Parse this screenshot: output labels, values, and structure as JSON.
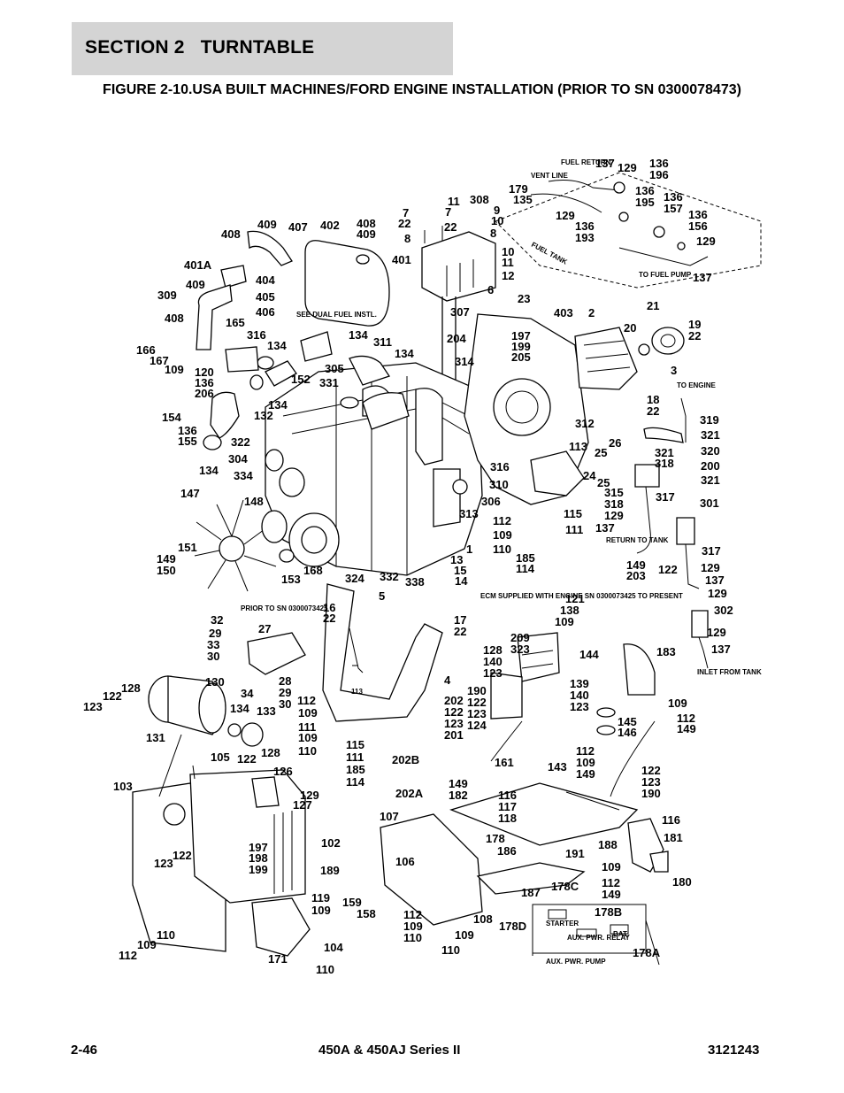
{
  "header": {
    "section_label": "SECTION 2   TURNTABLE",
    "figure_title": "FIGURE 2-10.USA BUILT MACHINES/FORD ENGINE INSTALLATION (PRIOR TO SN 0300078473)"
  },
  "callouts": [
    "137",
    "129",
    "136",
    "196",
    "179",
    "135",
    "136",
    "195",
    "136",
    "157",
    "129",
    "136",
    "193",
    "136",
    "156",
    "129",
    "137",
    "7",
    "22",
    "308",
    "9",
    "10",
    "11",
    "7",
    "22",
    "8",
    "8",
    "10",
    "11",
    "12",
    "6",
    "307",
    "408",
    "409",
    "407",
    "402",
    "408",
    "409",
    "401",
    "401A",
    "404",
    "405",
    "406",
    "409",
    "309",
    "408",
    "165",
    "166",
    "167",
    "109",
    "120",
    "136",
    "206",
    "316",
    "134",
    "311",
    "134",
    "134",
    "305",
    "331",
    "152",
    "154",
    "136",
    "155",
    "132",
    "134",
    "322",
    "304",
    "134",
    "334",
    "23",
    "204",
    "403",
    "2",
    "21",
    "19",
    "22",
    "20",
    "197",
    "199",
    "205",
    "314",
    "3",
    "18",
    "22",
    "312",
    "113",
    "26",
    "25",
    "24",
    "25",
    "321",
    "318",
    "315",
    "318",
    "129",
    "137",
    "317",
    "319",
    "321",
    "320",
    "200",
    "321",
    "301",
    "317",
    "129",
    "137",
    "129",
    "302",
    "129",
    "137",
    "149",
    "203",
    "122",
    "316",
    "310",
    "306",
    "313",
    "1",
    "13",
    "15",
    "14",
    "112",
    "109",
    "110",
    "115",
    "111",
    "185",
    "114",
    "147",
    "148",
    "151",
    "149",
    "150",
    "153",
    "168",
    "324",
    "332",
    "338",
    "16",
    "22",
    "5",
    "17",
    "22",
    "4",
    "32",
    "29",
    "33",
    "30",
    "27",
    "34",
    "28",
    "29",
    "30",
    "113",
    "121",
    "138",
    "109",
    "209",
    "323",
    "128",
    "140",
    "123",
    "139",
    "140",
    "123",
    "144",
    "183",
    "145",
    "146",
    "109",
    "112",
    "149",
    "123",
    "122",
    "128",
    "130",
    "131",
    "134",
    "133",
    "112",
    "109",
    "111",
    "109",
    "110",
    "115",
    "111",
    "185",
    "114",
    "202B",
    "202",
    "122",
    "123",
    "190",
    "122",
    "123",
    "124",
    "201",
    "149",
    "182",
    "161",
    "112",
    "109",
    "149",
    "143",
    "122",
    "123",
    "190",
    "116",
    "117",
    "118",
    "105",
    "122",
    "126",
    "128",
    "129",
    "127",
    "103",
    "123",
    "122",
    "197",
    "198",
    "199",
    "189",
    "102",
    "107",
    "178",
    "186",
    "106",
    "191",
    "188",
    "116",
    "181",
    "109",
    "112",
    "149",
    "180",
    "119",
    "109",
    "159",
    "158",
    "104",
    "171",
    "110",
    "112",
    "109",
    "110",
    "108",
    "109",
    "110",
    "187",
    "178C",
    "178B",
    "178D",
    "178A",
    "202A",
    "112",
    "109",
    "110"
  ],
  "notes": {
    "fuel_return": "FUEL RETURN",
    "vent_line": "VENT LINE",
    "fuel_tank": "FUEL TANK",
    "to_fuel_pump": "TO FUEL PUMP",
    "see_dual_fuel": "SEE DUAL FUEL INSTL.",
    "to_engine": "TO ENGINE",
    "return_to_tank": "RETURN TO TANK",
    "inlet_from_tank": "INLET FROM TANK",
    "prior_to_sn": "PRIOR TO SN 0300073425",
    "ecm_supplied": "ECM SUPPLIED WITH ENGINE SN 0300073425 TO PRESENT",
    "starter": "STARTER",
    "aux_pwr_relay": "AUX. PWR. RELAY",
    "aux_pwr_pump": "AUX. PWR. PUMP",
    "bat": "BAT."
  },
  "footer": {
    "page": "2-46",
    "model": "450A & 450AJ Series II",
    "doc_number": "3121243"
  }
}
